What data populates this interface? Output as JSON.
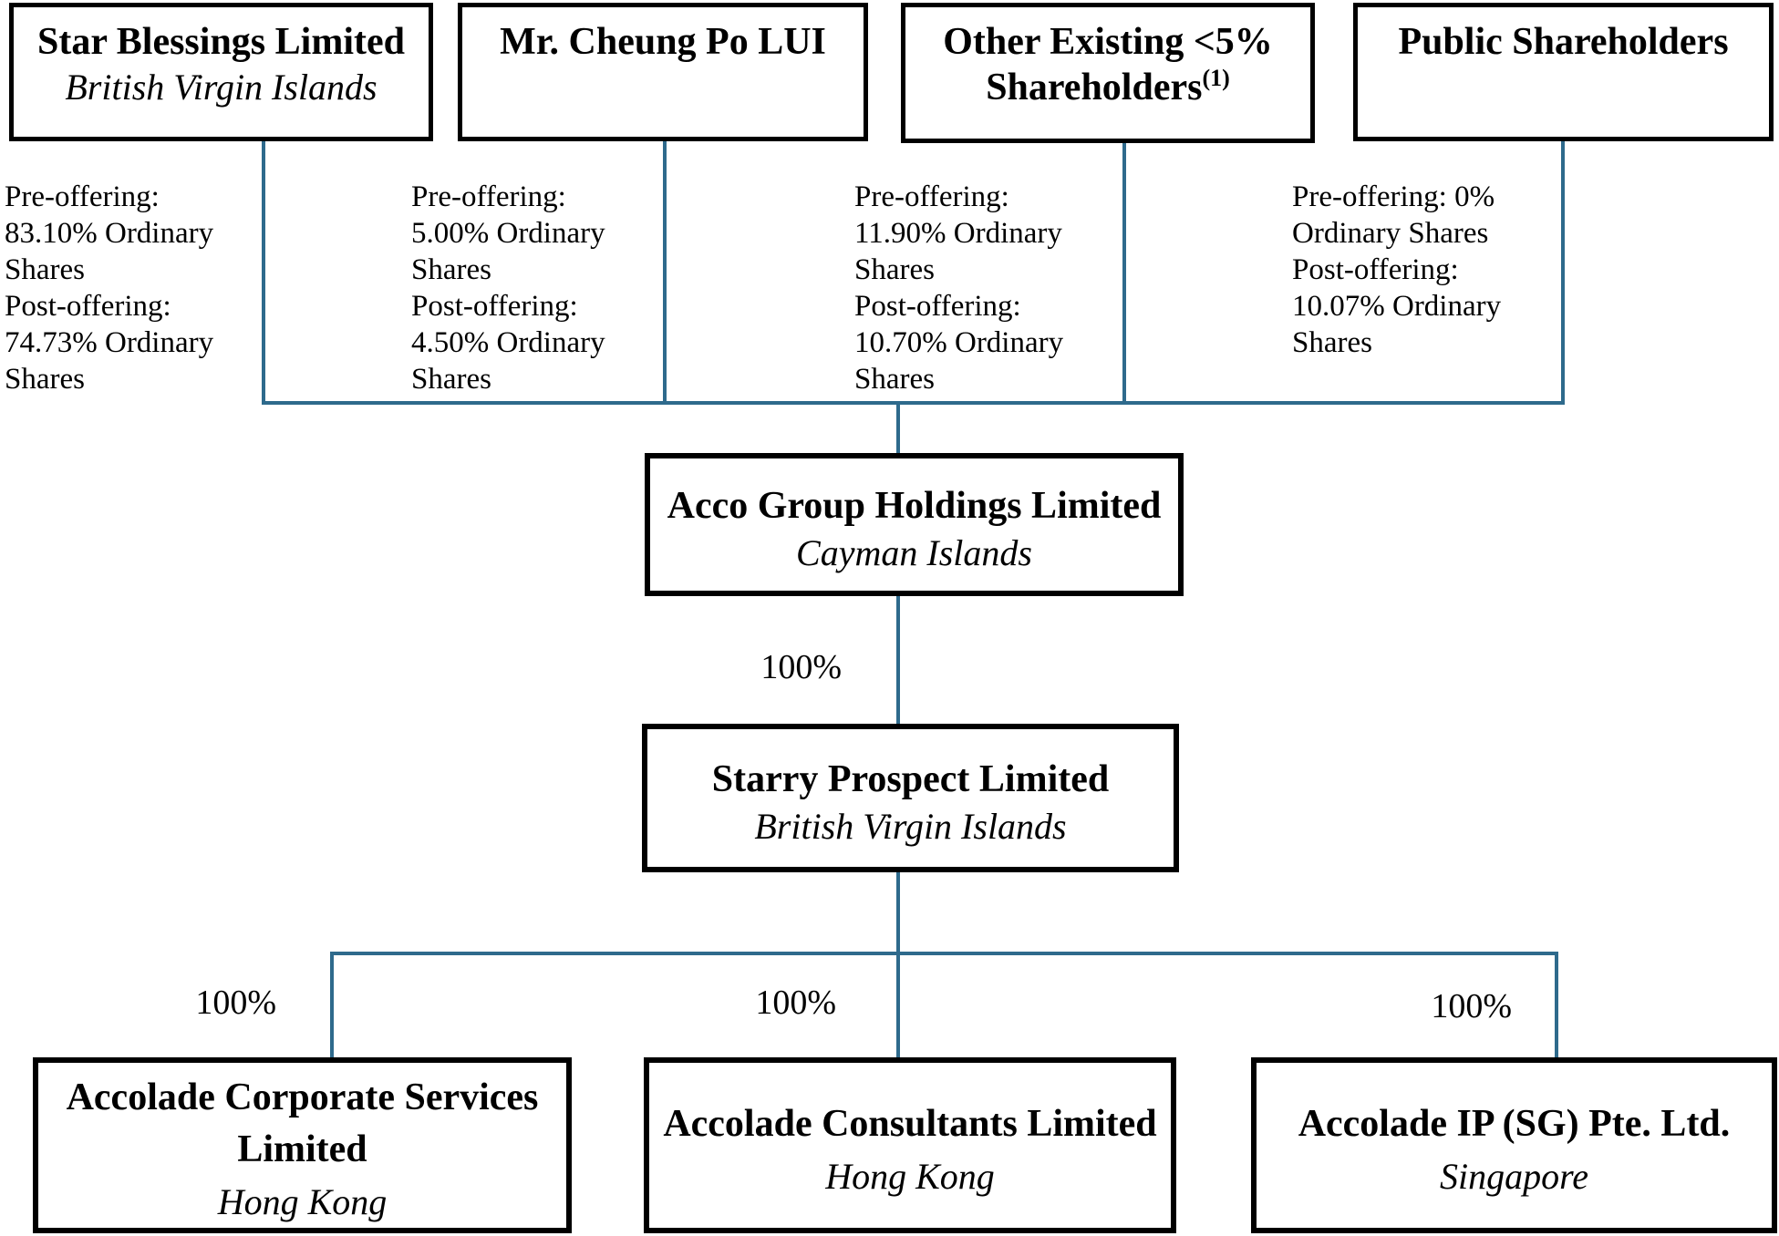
{
  "theme": {
    "line_color": "#2e6a8c",
    "border_color": "#000000",
    "background_color": "#ffffff"
  },
  "shareholders": [
    {
      "title": "Star Blessings Limited",
      "jurisdiction": "British Virgin Islands",
      "holding": [
        "Pre-offering:",
        "83.10% Ordinary",
        "Shares",
        "Post-offering:",
        "74.73% Ordinary",
        "Shares"
      ]
    },
    {
      "title": "Mr. Cheung Po LUI",
      "holding": [
        "Pre-offering:",
        "5.00% Ordinary",
        "Shares",
        "Post-offering:",
        "4.50% Ordinary",
        "Shares"
      ]
    },
    {
      "title_line1": "Other Existing <5%",
      "title_line2": "Shareholders",
      "footnote_marker": "(1)",
      "holding": [
        "Pre-offering:",
        "11.90% Ordinary",
        "Shares",
        "Post-offering:",
        "10.70% Ordinary",
        "Shares"
      ]
    },
    {
      "title": "Public Shareholders",
      "holding": [
        "Pre-offering: 0%",
        "Ordinary Shares",
        "Post-offering:",
        "10.07% Ordinary",
        "Shares"
      ]
    }
  ],
  "holding_company": {
    "title": "Acco Group Holdings Limited",
    "jurisdiction": "Cayman Islands"
  },
  "intermediate_company": {
    "title": "Starry Prospect Limited",
    "jurisdiction": "British Virgin Islands",
    "ownership": "100%"
  },
  "subsidiaries": [
    {
      "title_line1": "Accolade Corporate Services",
      "title_line2": "Limited",
      "jurisdiction": "Hong Kong",
      "ownership": "100%"
    },
    {
      "title": "Accolade Consultants Limited",
      "jurisdiction": "Hong Kong",
      "ownership": "100%"
    },
    {
      "title": "Accolade IP (SG) Pte. Ltd.",
      "jurisdiction": "Singapore",
      "ownership": "100%"
    }
  ]
}
